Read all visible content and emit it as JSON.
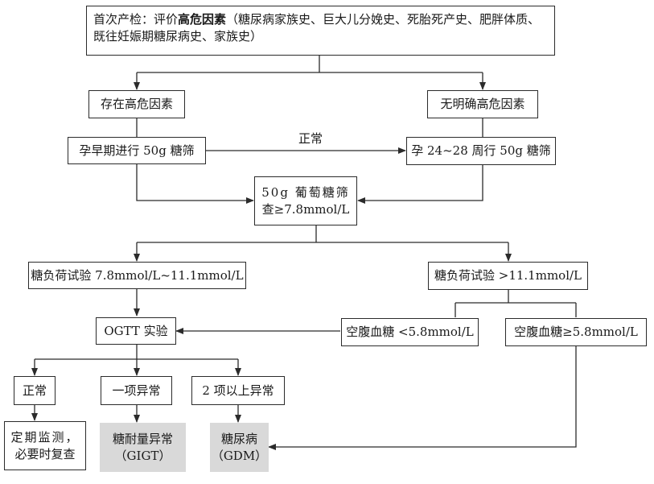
{
  "nodes": {
    "first_visit": {
      "prefix": "首次产检：评价",
      "emphasis": "高危因素",
      "suffix": "（糖尿病家族史、巨大儿分娩史、死胎死产史、肥胖体质、既往妊娠期糖尿病史、家族史）"
    },
    "high_risk": "存在高危因素",
    "no_risk": "无明确高危因素",
    "early_screen": "孕早期进行 50g 糖筛",
    "screen_24_28": "孕 24~28 周行 50g 糖筛",
    "screen_result": {
      "line1": "50g 葡萄糖筛",
      "line2": "查≥7.8mmol/L"
    },
    "tolerance_mid": "糖负荷试验 7.8mmol/L~11.1mmol/L",
    "tolerance_high": "糖负荷试验 >11.1mmol/L",
    "ogtt": "OGTT 实验",
    "fasting_low": "空腹血糖 <5.8mmol/L",
    "fasting_high": "空腹血糖≥5.8mmol/L",
    "normal": "正常",
    "one_abnormal": "一项异常",
    "two_abnormal": "2 项以上异常",
    "monitor": {
      "line1": "定期监测，",
      "line2": "必要时复查"
    },
    "igt": {
      "line1": "糖耐量异常",
      "line2": "（GIGT）"
    },
    "gdm": {
      "line1": "糖尿病",
      "line2": "（GDM）"
    }
  },
  "edge_labels": {
    "normal_edge": "正常"
  },
  "colors": {
    "line": "#2b2b2b",
    "shaded_fill": "#d9d9d9",
    "text": "#1a1a1a"
  }
}
